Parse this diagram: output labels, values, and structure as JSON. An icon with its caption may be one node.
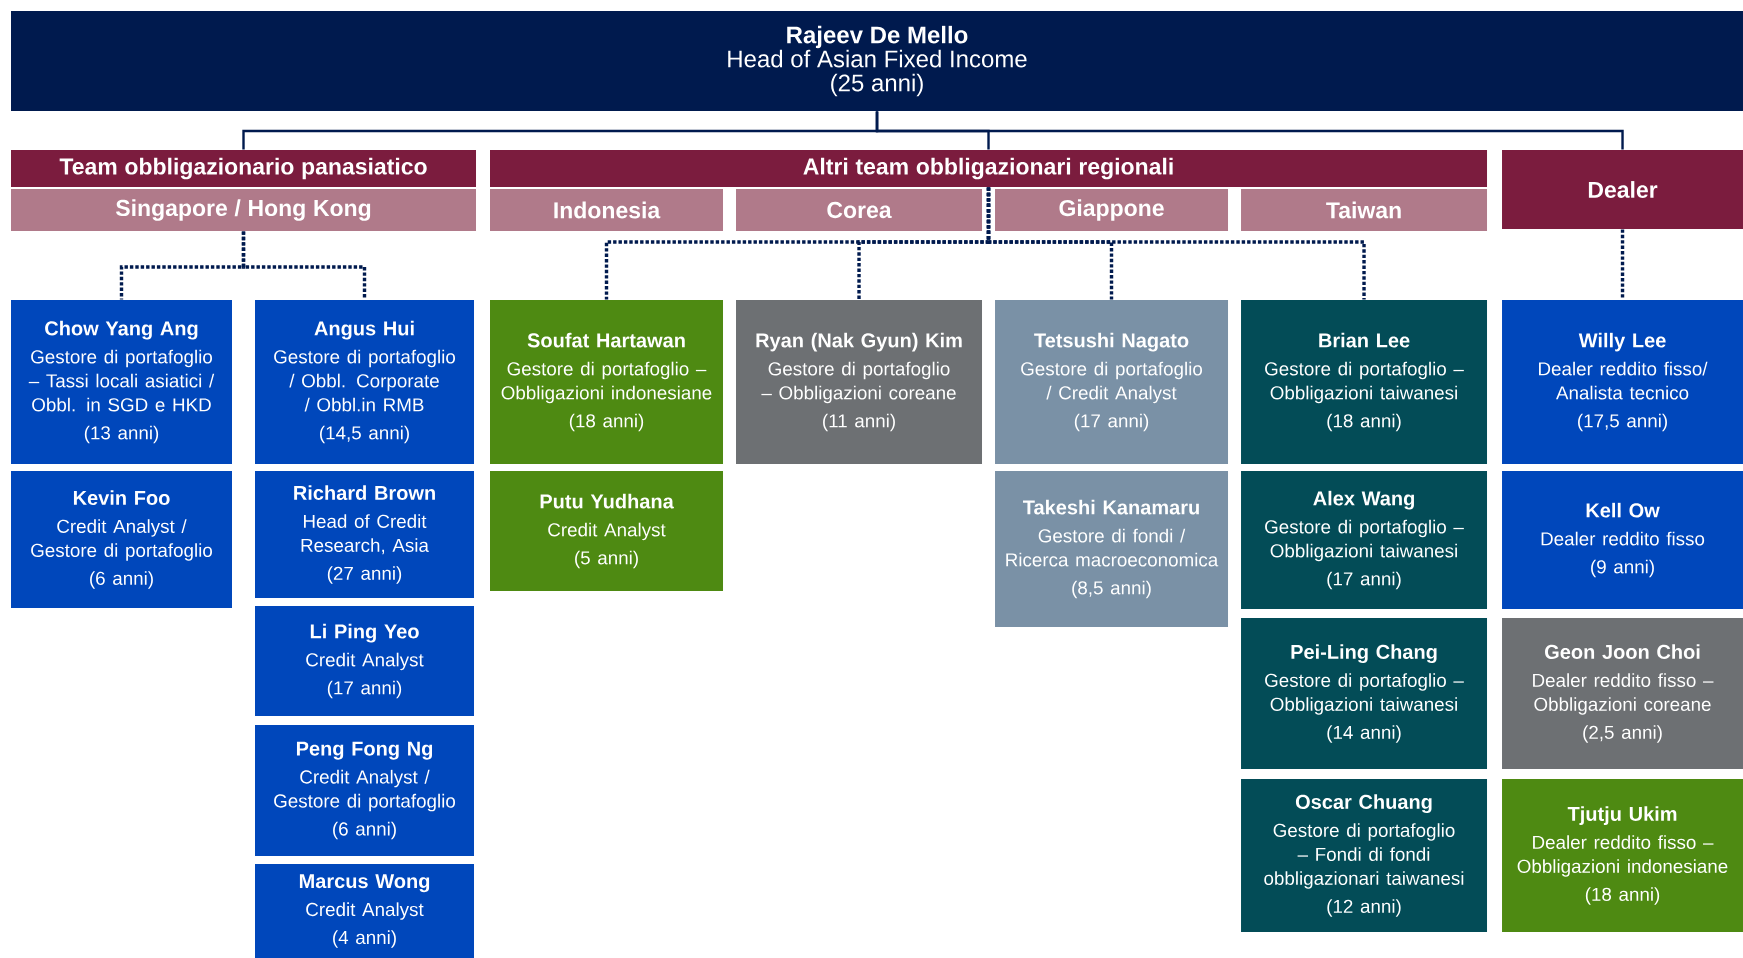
{
  "diagram": {
    "nodes": [
      {
        "text": [
          "Rajeev De Mello",
          "Head of Asian Fixed Income",
          "(25 anni)"
        ]
      },
      {
        "text": [
          "Team obbligazionario panasiatico"
        ]
      },
      {
        "text": [
          "Altri team obbligazionari regionali"
        ]
      },
      {
        "text": [
          "Dealer"
        ]
      },
      {
        "text": [
          "Singapore / Hong Kong"
        ]
      },
      {
        "text": [
          "Indonesia"
        ]
      },
      {
        "text": [
          "Corea"
        ]
      },
      {
        "text": [
          "Giappone"
        ]
      },
      {
        "text": [
          "Taiwan"
        ]
      },
      {
        "text": [
          "Chow Yang Ang",
          "Gestore di portafoglio – Tassi locali asiatici / Obbl. in SGD e HKD",
          "(13 anni)"
        ]
      },
      {
        "text": [
          "Kevin Foo",
          "Credit Analyst / Gestore di portafoglio",
          "(6 anni)"
        ]
      },
      {
        "text": [
          "Angus Hui",
          "Gestore di portafoglio / Obbl. Corporate / Obbl.in RMB",
          "(14,5 anni)"
        ]
      },
      {
        "text": [
          "Richard Brown",
          "Head of Credit Research, Asia",
          "(27 anni)"
        ]
      },
      {
        "text": [
          "Li Ping Yeo",
          "Credit Analyst",
          "(17 anni)"
        ]
      },
      {
        "text": [
          "Peng Fong Ng",
          "Credit Analyst / Gestore di portafoglio",
          "(6 anni)"
        ]
      },
      {
        "text": [
          "Marcus Wong",
          "Credit Analyst",
          "(4 anni)"
        ]
      },
      {
        "text": [
          "Soufat Hartawan",
          "Gestore di portafoglio – Obbligazioni indonesiane",
          "(18 anni)"
        ]
      },
      {
        "text": [
          "Putu Yudhana",
          "Credit Analyst",
          "(5 anni)"
        ]
      },
      {
        "text": [
          "Ryan (Nak Gyun) Kim",
          "Gestore di portafoglio – Obbligazioni coreane",
          "(11 anni)"
        ]
      },
      {
        "text": [
          "Tetsushi Nagato",
          "Gestore di portafoglio / Credit Analyst",
          "(17 anni)"
        ]
      },
      {
        "text": [
          "Takeshi Kanamaru",
          "Gestore di fondi / Ricerca macroeconomica",
          "(8,5 anni)"
        ]
      },
      {
        "text": [
          "Brian Lee",
          "Gestore di portafoglio – Obbligazioni taiwanesi",
          "(18 anni)"
        ]
      },
      {
        "text": [
          "Alex Wang",
          "Gestore di portafoglio – Obbligazioni taiwanesi",
          "(17 anni)"
        ]
      },
      {
        "text": [
          "Pei-Ling Chang",
          "Gestore di portafoglio – Obbligazioni taiwanesi",
          "(14 anni)"
        ]
      },
      {
        "text": [
          "Oscar Chuang",
          "Gestore di portafoglio – Fondi di fondi obbligazionari taiwanesi",
          "(12 anni)"
        ]
      },
      {
        "text": [
          "Willy Lee",
          "Dealer reddito fisso/ Analista tecnico",
          "(17,5 anni)"
        ]
      },
      {
        "text": [
          "Kell Ow",
          "Dealer reddito fisso",
          "(9 anni)"
        ]
      },
      {
        "text": [
          "Geon Joon Choi",
          "Dealer reddito fisso – Obbligazioni coreane",
          "(2,5 anni)"
        ]
      },
      {
        "text": [
          "Tjutju Ukim",
          "Dealer reddito fisso – Obbligazioni indonesiane",
          "(18 anni)"
        ]
      }
    ],
    "edges": [
      {
        "from": 0,
        "to": 1,
        "arrow": "none"
      },
      {
        "from": 0,
        "to": 2,
        "arrow": "none"
      },
      {
        "from": 0,
        "to": 3,
        "arrow": "none"
      },
      {
        "from": 4,
        "to": 9,
        "arrow": "none",
        "style": "dashed"
      },
      {
        "from": 4,
        "to": 11,
        "arrow": "none",
        "style": "dashed"
      },
      {
        "from": 2,
        "to": 16,
        "arrow": "none",
        "style": "dashed"
      },
      {
        "from": 2,
        "to": 18,
        "arrow": "none",
        "style": "dashed"
      },
      {
        "from": 2,
        "to": 19,
        "arrow": "none",
        "style": "dashed"
      },
      {
        "from": 2,
        "to": 21,
        "arrow": "none",
        "style": "dashed"
      },
      {
        "from": 3,
        "to": 25,
        "arrow": "none",
        "style": "dashed"
      }
    ]
  }
}
